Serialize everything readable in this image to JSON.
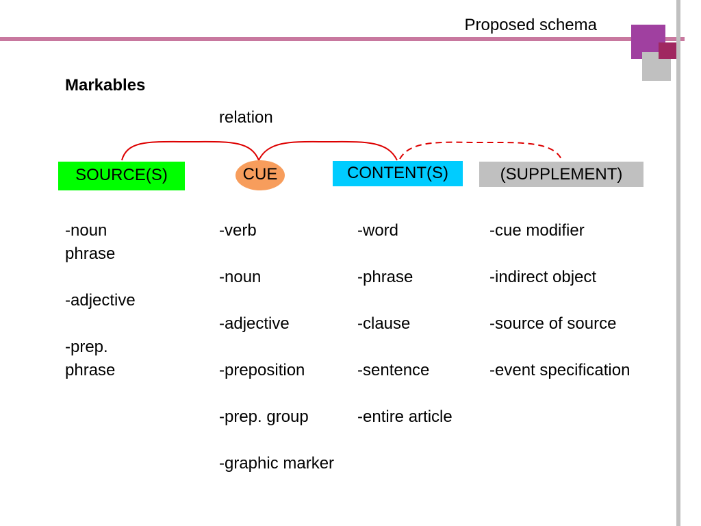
{
  "slide": {
    "title": "Proposed schema",
    "heading": "Markables",
    "relation_label": "relation"
  },
  "colors": {
    "rule": "#c8789f",
    "source_box": "#00ff00",
    "cue_oval": "#f79d5c",
    "content_box": "#00ccff",
    "supplement_box": "#c0c0c0",
    "arc": "#dd0000",
    "deco_purple": "#a040a0",
    "deco_gray": "#c0c0c0",
    "deco_dark": "#a02860"
  },
  "markables": [
    {
      "key": "source",
      "label": "SOURCE(S)",
      "items": [
        "-noun phrase",
        "-adjective",
        "-prep. phrase"
      ]
    },
    {
      "key": "cue",
      "label": "CUE",
      "items": [
        "-verb",
        "-noun",
        "-adjective",
        "-preposition",
        "-prep. group",
        "-graphic marker"
      ]
    },
    {
      "key": "content",
      "label": "CONTENT(S)",
      "items": [
        "-word",
        "-phrase",
        "-clause",
        "-sentence",
        "-entire article"
      ]
    },
    {
      "key": "supplement",
      "label": "(SUPPLEMENT)",
      "items": [
        "-cue modifier",
        "-indirect object",
        "-source of source",
        "-event specification"
      ]
    }
  ]
}
